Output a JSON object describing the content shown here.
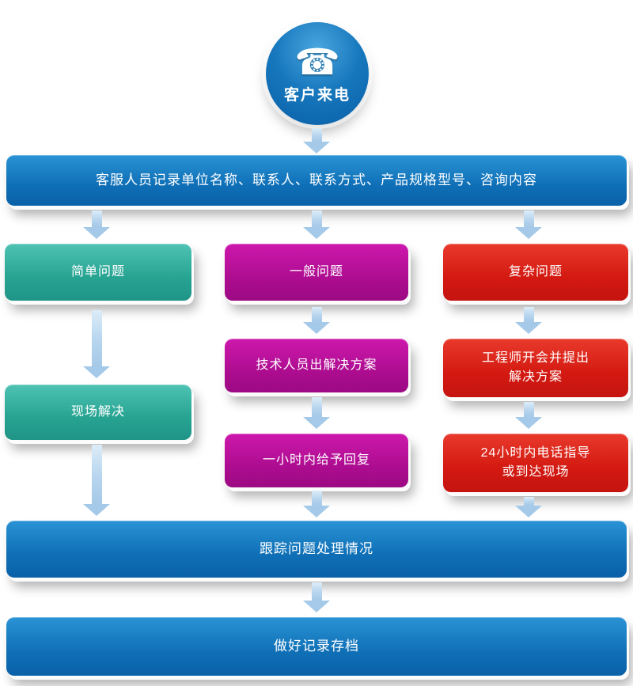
{
  "diagram": {
    "start": {
      "label": "客户来电",
      "icon": "phone-icon",
      "icon_glyph": "☎"
    },
    "record": {
      "label": "客服人员记录单位名称、联系人、联系方式、产品规格型号、咨询内容"
    },
    "simple": {
      "label": "简单问题"
    },
    "general": {
      "label": "一般问题"
    },
    "complex": {
      "label": "复杂问题"
    },
    "onsite": {
      "label": "现场解决"
    },
    "tech_solution": {
      "label": "技术人员出解决方案"
    },
    "engineer_meeting": {
      "label": "工程师开会并提出\n解决方案"
    },
    "reply_one_hour": {
      "label": "一小时内给予回复"
    },
    "phone_guidance": {
      "label": "24小时内电话指导\n或到达现场"
    },
    "track": {
      "label": "跟踪问题处理情况"
    },
    "archive": {
      "label": "做好记录存档"
    }
  },
  "colors": {
    "blue": "#0f6fb6",
    "teal": "#27a392",
    "magenta": "#ab0c8e",
    "red": "#d31911",
    "arrow": "#a5c9e8",
    "text": "#ffffff"
  }
}
